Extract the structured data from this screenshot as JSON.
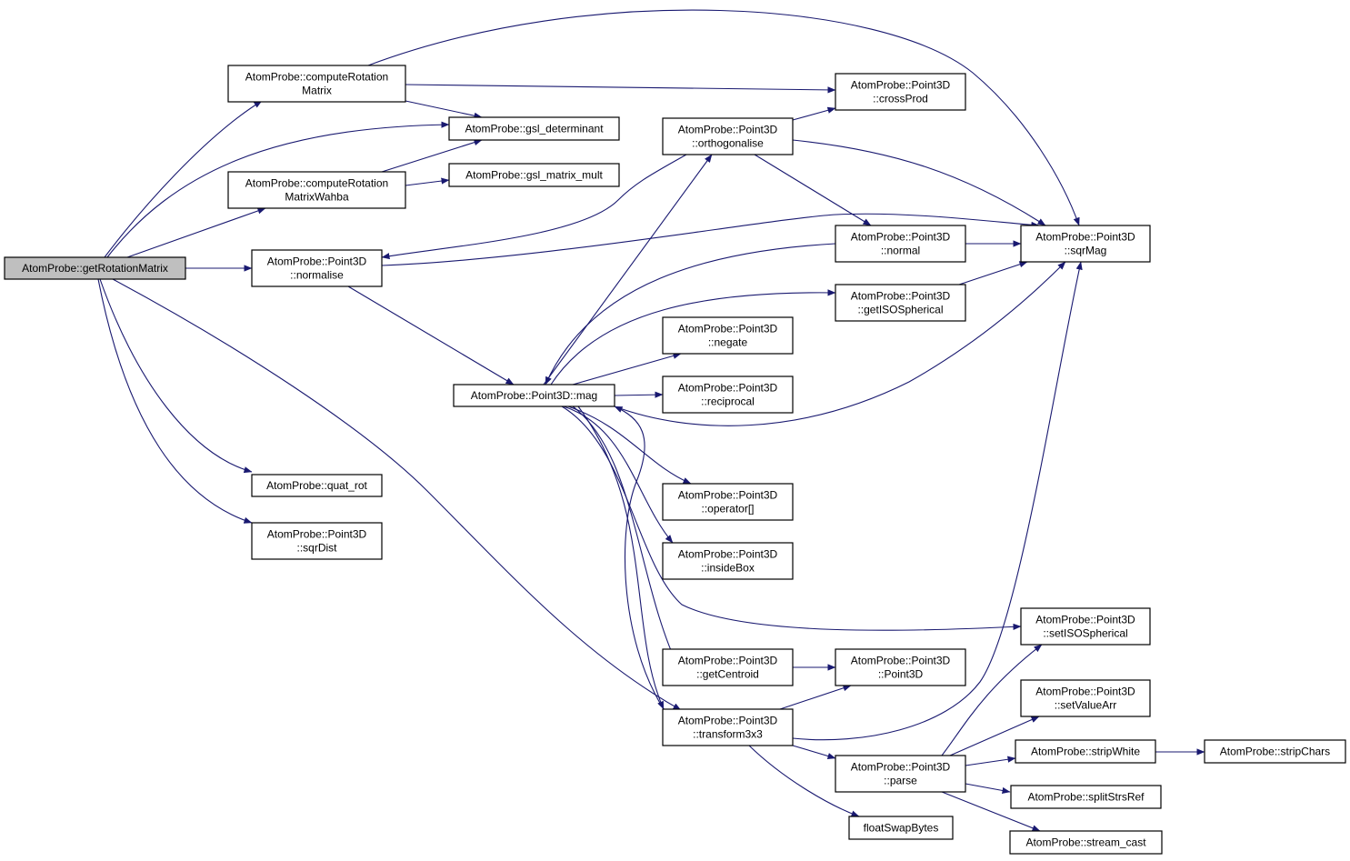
{
  "colors": {
    "edge": "#191970",
    "root_fill": "#bfbfbf",
    "node_fill": "#ffffff",
    "border": "#000000"
  },
  "nodes": {
    "getRotationMatrix": {
      "lines": [
        "AtomProbe::getRotationMatrix"
      ],
      "root": true
    },
    "computeRotationMatrix": {
      "lines": [
        "AtomProbe::computeRotation",
        "Matrix"
      ]
    },
    "computeRotationMatrixWahba": {
      "lines": [
        "AtomProbe::computeRotation",
        "MatrixWahba"
      ]
    },
    "normalise": {
      "lines": [
        "AtomProbe::Point3D",
        "::normalise"
      ]
    },
    "quat_rot": {
      "lines": [
        "AtomProbe::quat_rot"
      ]
    },
    "sqrDist": {
      "lines": [
        "AtomProbe::Point3D",
        "::sqrDist"
      ]
    },
    "gsl_determinant": {
      "lines": [
        "AtomProbe::gsl_determinant"
      ]
    },
    "gsl_matrix_mult": {
      "lines": [
        "AtomProbe::gsl_matrix_mult"
      ]
    },
    "mag": {
      "lines": [
        "AtomProbe::Point3D::mag"
      ]
    },
    "orthogonalise": {
      "lines": [
        "AtomProbe::Point3D",
        "::orthogonalise"
      ]
    },
    "negate": {
      "lines": [
        "AtomProbe::Point3D",
        "::negate"
      ]
    },
    "reciprocal": {
      "lines": [
        "AtomProbe::Point3D",
        "::reciprocal"
      ]
    },
    "operator": {
      "lines": [
        "AtomProbe::Point3D",
        "::operator[]"
      ]
    },
    "insideBox": {
      "lines": [
        "AtomProbe::Point3D",
        "::insideBox"
      ]
    },
    "getCentroid": {
      "lines": [
        "AtomProbe::Point3D",
        "::getCentroid"
      ]
    },
    "transform3x3": {
      "lines": [
        "AtomProbe::Point3D",
        "::transform3x3"
      ]
    },
    "crossProd": {
      "lines": [
        "AtomProbe::Point3D",
        "::crossProd"
      ]
    },
    "normal": {
      "lines": [
        "AtomProbe::Point3D",
        "::normal"
      ]
    },
    "getISOSpherical": {
      "lines": [
        "AtomProbe::Point3D",
        "::getISOSpherical"
      ]
    },
    "Point3D": {
      "lines": [
        "AtomProbe::Point3D",
        "::Point3D"
      ]
    },
    "parse": {
      "lines": [
        "AtomProbe::Point3D",
        "::parse"
      ]
    },
    "floatSwapBytes": {
      "lines": [
        "floatSwapBytes"
      ]
    },
    "sqrMag": {
      "lines": [
        "AtomProbe::Point3D",
        "::sqrMag"
      ]
    },
    "setISOSpherical": {
      "lines": [
        "AtomProbe::Point3D",
        "::setISOSpherical"
      ]
    },
    "setValueArr": {
      "lines": [
        "AtomProbe::Point3D",
        "::setValueArr"
      ]
    },
    "stripWhite": {
      "lines": [
        "AtomProbe::stripWhite"
      ]
    },
    "splitStrsRef": {
      "lines": [
        "AtomProbe::splitStrsRef"
      ]
    },
    "stream_cast": {
      "lines": [
        "AtomProbe::stream_cast"
      ]
    },
    "stripChars": {
      "lines": [
        "AtomProbe::stripChars"
      ]
    }
  },
  "edges": [
    [
      "getRotationMatrix",
      "computeRotationMatrix"
    ],
    [
      "getRotationMatrix",
      "gsl_determinant"
    ],
    [
      "getRotationMatrix",
      "computeRotationMatrixWahba"
    ],
    [
      "getRotationMatrix",
      "normalise"
    ],
    [
      "getRotationMatrix",
      "quat_rot"
    ],
    [
      "getRotationMatrix",
      "sqrDist"
    ],
    [
      "getRotationMatrix",
      "transform3x3"
    ],
    [
      "computeRotationMatrix",
      "gsl_determinant"
    ],
    [
      "computeRotationMatrix",
      "crossProd"
    ],
    [
      "computeRotationMatrix",
      "sqrMag"
    ],
    [
      "computeRotationMatrixWahba",
      "gsl_determinant"
    ],
    [
      "computeRotationMatrixWahba",
      "gsl_matrix_mult"
    ],
    [
      "normalise",
      "mag"
    ],
    [
      "normalise",
      "sqrMag"
    ],
    [
      "orthogonalise",
      "crossProd"
    ],
    [
      "orthogonalise",
      "sqrMag"
    ],
    [
      "orthogonalise",
      "normal"
    ],
    [
      "orthogonalise",
      "normalise"
    ],
    [
      "normal",
      "sqrMag"
    ],
    [
      "normal",
      "mag"
    ],
    [
      "getISOSpherical",
      "sqrMag"
    ],
    [
      "mag",
      "orthogonalise"
    ],
    [
      "mag",
      "getISOSpherical"
    ],
    [
      "mag",
      "negate"
    ],
    [
      "mag",
      "reciprocal"
    ],
    [
      "mag",
      "sqrMag"
    ],
    [
      "mag",
      "operator"
    ],
    [
      "mag",
      "insideBox"
    ],
    [
      "mag",
      "setISOSpherical"
    ],
    [
      "mag",
      "getCentroid"
    ],
    [
      "mag",
      "transform3x3"
    ],
    [
      "transform3x3",
      "mag"
    ],
    [
      "getCentroid",
      "Point3D"
    ],
    [
      "transform3x3",
      "Point3D"
    ],
    [
      "transform3x3",
      "sqrMag"
    ],
    [
      "transform3x3",
      "parse"
    ],
    [
      "transform3x3",
      "floatSwapBytes"
    ],
    [
      "parse",
      "setISOSpherical"
    ],
    [
      "parse",
      "setValueArr"
    ],
    [
      "parse",
      "stripWhite"
    ],
    [
      "parse",
      "splitStrsRef"
    ],
    [
      "parse",
      "stream_cast"
    ],
    [
      "stripWhite",
      "stripChars"
    ]
  ]
}
